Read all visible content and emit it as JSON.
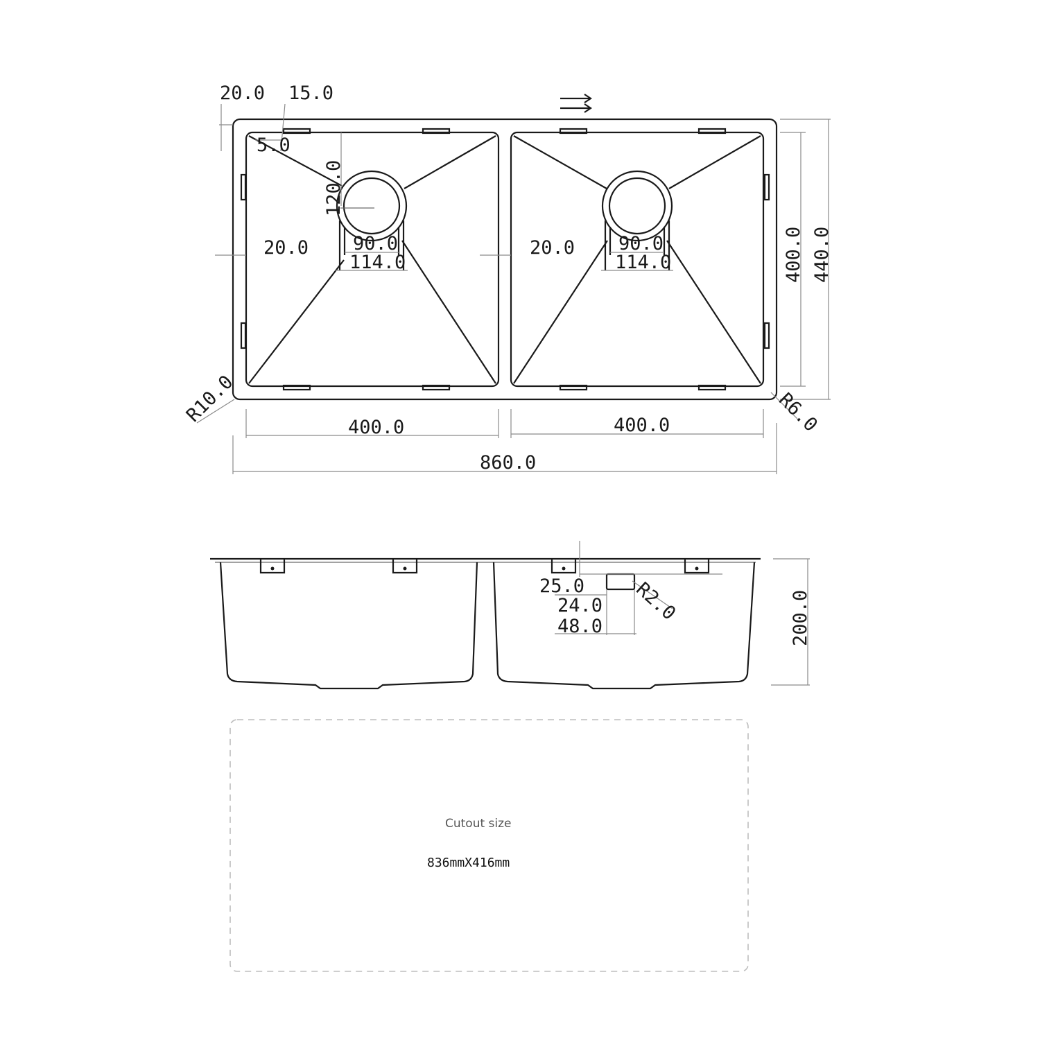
{
  "top_view": {
    "dims": {
      "flange_left": "20.0",
      "flange_top": "15.0",
      "corner_offset": "5.0",
      "drain_offset": "120.0",
      "bowl_gap_left": "20.0",
      "bowl_gap_right": "20.0",
      "drain_inner_left": "90.0",
      "drain_outer_left": "114.0",
      "drain_inner_right": "90.0",
      "drain_outer_right": "114.0",
      "bowl_height": "400.0",
      "overall_height": "440.0",
      "radius_left": "R10.0",
      "radius_right": "R6.0",
      "bowl_width_left": "400.0",
      "bowl_width_right": "400.0",
      "overall_width": "860.0"
    }
  },
  "side_view": {
    "dims": {
      "ledge_height": "25.0",
      "ledge_depth": "24.0",
      "ledge_width": "48.0",
      "ledge_radius": "R2.0",
      "depth": "200.0"
    }
  },
  "cutout": {
    "caption": "Cutout size",
    "size": "836mmX416mm"
  }
}
